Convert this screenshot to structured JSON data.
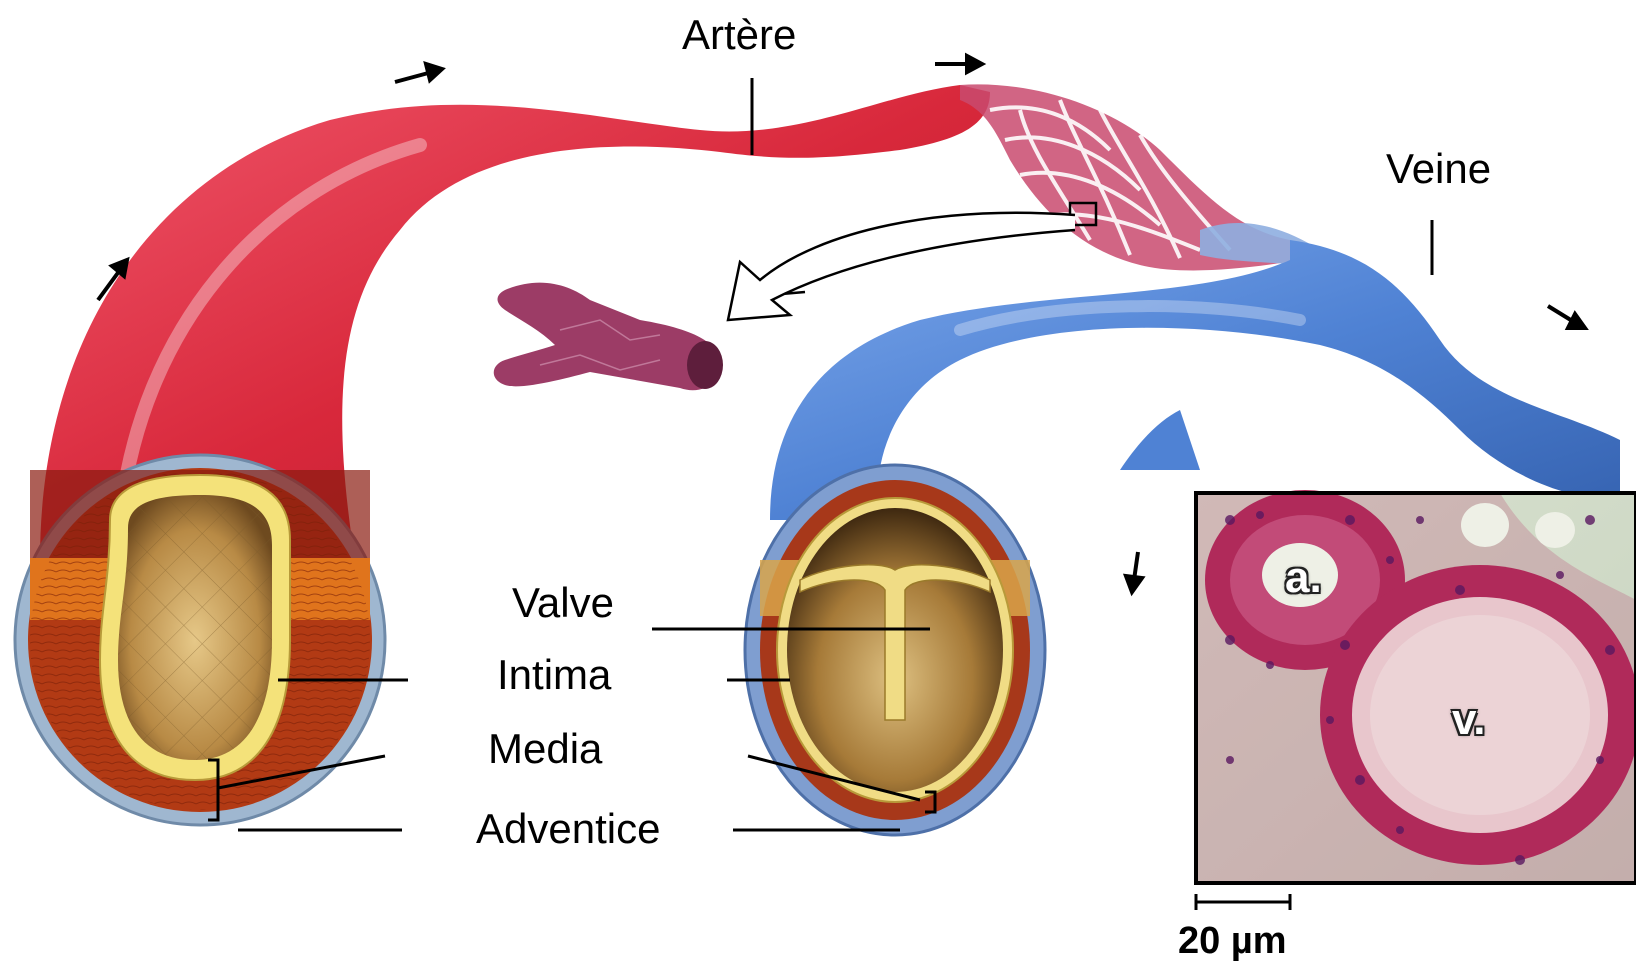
{
  "labels": {
    "artery": "Artère",
    "vein": "Veine",
    "valve": "Valve",
    "intima": "Intima",
    "media": "Media",
    "adventice": "Adventice"
  },
  "histology": {
    "artery_mark": "a.",
    "vein_mark": "v.",
    "scale_bar": "20 µm"
  },
  "colors": {
    "artery": "#d92a3c",
    "vein": "#4f82d4",
    "capillary_bed": "#c94a6e",
    "media_muscle": "#b23a14",
    "adventitia": "#9fb7d0",
    "lumen": "#c9a25a"
  }
}
